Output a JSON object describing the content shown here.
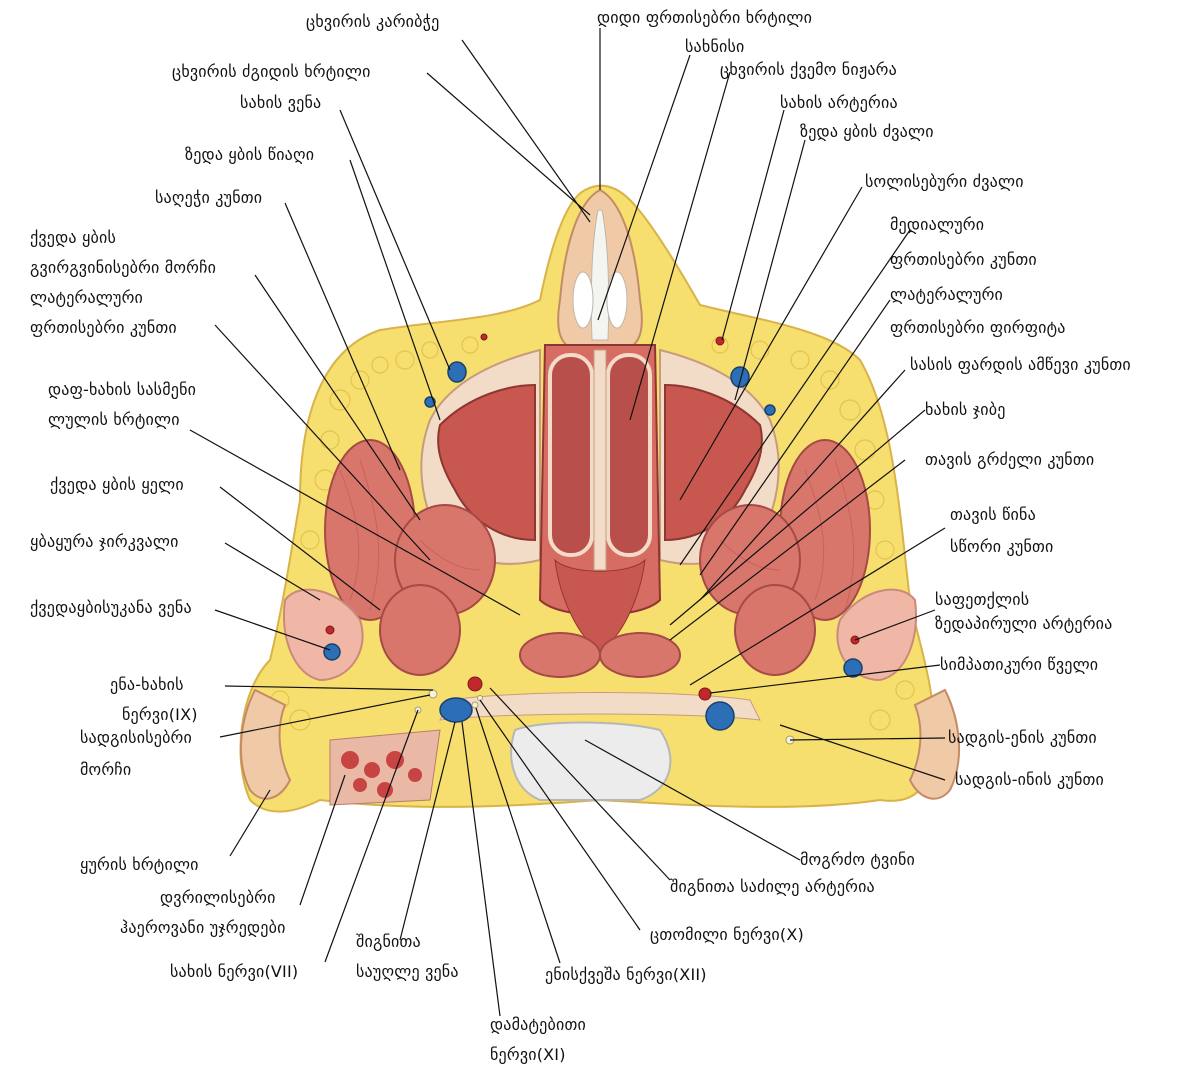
{
  "colors": {
    "fat": "#f6df6e",
    "skin_edge": "#e7c88a",
    "muscle": "#d9766c",
    "muscle_dark": "#b94f4a",
    "mucosa": "#c8584f",
    "bone": "#f3dcc7",
    "cartilage": "#f4f4f0",
    "vein": "#2d6fb7",
    "artery": "#c0282b",
    "nerve": "#f6f3d8",
    "leader": "#111111",
    "text": "#111111"
  },
  "labels": [
    {
      "id": "nasal-septum",
      "text": "ცხვირის კარიბჭე"
    },
    {
      "id": "alar-cartilage",
      "text": "დიდი ფრთისებრი ხრტილი"
    },
    {
      "id": "nose-lateral-cartilage",
      "text": "ცხვირის ძგიდის ხრტილი"
    },
    {
      "id": "pharynx-top",
      "text": "სახნისი"
    },
    {
      "id": "inferior-concha",
      "text": "ცხვირის ქვემო ნიჟარა"
    },
    {
      "id": "facial-vein",
      "text": "სახის ვენა"
    },
    {
      "id": "facial-artery",
      "text": "სახის არტერია"
    },
    {
      "id": "maxilla",
      "text": "ზედა ყბის ძვალი"
    },
    {
      "id": "upper-jaw-tooth",
      "text": "ზედა ყბის წიაღი"
    },
    {
      "id": "palatine-bone",
      "text": "სოლისებური ძვალი"
    },
    {
      "id": "masseter",
      "text": "საღეჭი კუნთი"
    },
    {
      "id": "medial-pterygoid-1",
      "text": "მედიალური"
    },
    {
      "id": "medial-pterygoid-2",
      "text": "ფრთისებრი კუნთი"
    },
    {
      "id": "mandible-coronoid-1",
      "text": "ქვედა ყბის"
    },
    {
      "id": "mandible-coronoid-2",
      "text": "გვირგვინისებრი მორჩი"
    },
    {
      "id": "lateral-pterygoid-1",
      "text": "ლატერალური"
    },
    {
      "id": "lateral-pterygoid-2",
      "text": "ფრთისებრი კუნთი"
    },
    {
      "id": "lateral-pterygoid-plate-1",
      "text": "ლატერალური"
    },
    {
      "id": "lateral-pterygoid-plate-2",
      "text": "ფრთისებრი ფირფიტა"
    },
    {
      "id": "levator-veli",
      "text": "სასის ფარდის ამწევი კუნთი"
    },
    {
      "id": "auditory-tube-1",
      "text": "დაფ-ხახის სასმენი"
    },
    {
      "id": "auditory-tube-2",
      "text": "ლულის ხრტილი"
    },
    {
      "id": "pharyngeal-recess",
      "text": "ხახის ჯიბე"
    },
    {
      "id": "longus-capitis",
      "text": "თავის გრძელი კუნთი"
    },
    {
      "id": "mandible-neck",
      "text": "ქვედა ყბის ყელი"
    },
    {
      "id": "rectus-capitis-1",
      "text": "თავის წინა"
    },
    {
      "id": "rectus-capitis-2",
      "text": "სწორი კუნთი"
    },
    {
      "id": "parotid-gland",
      "text": "ყბაყურა ჯირკვალი"
    },
    {
      "id": "retromandibular-vein",
      "text": "ქვედაყბისუკანა ვენა"
    },
    {
      "id": "temporal-artery-1",
      "text": "საფეთქლის"
    },
    {
      "id": "temporal-artery-2",
      "text": "ზედაპირული არტერია"
    },
    {
      "id": "sympathetic-trunk",
      "text": "სიმპათიკური წველი"
    },
    {
      "id": "glossopharyngeal-1",
      "text": "ენა-ხახის"
    },
    {
      "id": "glossopharyngeal-2",
      "text": "ნერვი(IX)"
    },
    {
      "id": "styloid-1",
      "text": "სადგისისებრი"
    },
    {
      "id": "styloid-2",
      "text": "მორჩი"
    },
    {
      "id": "styloglossus",
      "text": "სადგის-ენის კუნთი"
    },
    {
      "id": "stylohyoid",
      "text": "სადგის-ინის კუნთი"
    },
    {
      "id": "medulla",
      "text": "მოგრძო ტვინი"
    },
    {
      "id": "ear-cartilage",
      "text": "ყურის ხრტილი"
    },
    {
      "id": "internal-carotid",
      "text": "შიგნითა საძილე არტერია"
    },
    {
      "id": "mastoid-cells-1",
      "text": "დვრილისებრი"
    },
    {
      "id": "mastoid-cells-2",
      "text": "ჰაეროვანი უჯრედები"
    },
    {
      "id": "vagus",
      "text": "ცთომილი ნერვი(X)"
    },
    {
      "id": "internal-jugular-1",
      "text": "შიგნითა"
    },
    {
      "id": "internal-jugular-2",
      "text": "საუღლე ვენა"
    },
    {
      "id": "facial-nerve",
      "text": "სახის ნერვი(VII)"
    },
    {
      "id": "hypoglossal",
      "text": "ენისქვეშა ნერვი(XII)"
    },
    {
      "id": "accessory-1",
      "text": "დამატებითი"
    },
    {
      "id": "accessory-2",
      "text": "ნერვი(XI)"
    }
  ]
}
